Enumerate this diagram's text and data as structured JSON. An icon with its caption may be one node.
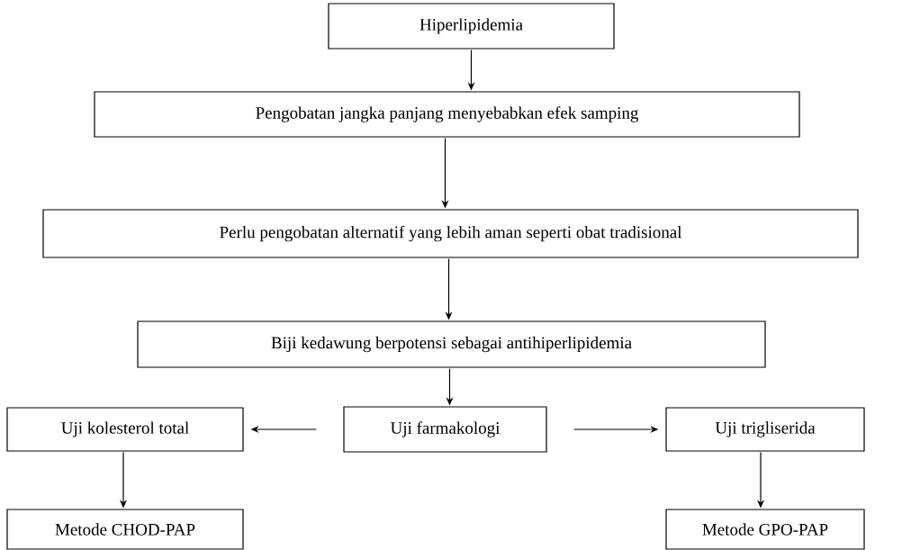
{
  "diagram": {
    "nodes": [
      {
        "text": [
          "Hiperlipidemia"
        ]
      },
      {
        "text": [
          "Pengobatan jangka panjang menyebabkan efek samping"
        ]
      },
      {
        "text": [
          "Perlu pengobatan alternatif yang lebih aman  seperti obat tradisional"
        ]
      },
      {
        "text": [
          "Biji kedawung berpotensi sebagai antihiperlipidemia"
        ]
      },
      {
        "text": [
          "Uji kolesterol total"
        ]
      },
      {
        "text": [
          "Uji farmakologi"
        ]
      },
      {
        "text": [
          "Uji trigliserida"
        ]
      },
      {
        "text": [
          "Metode CHOD-PAP"
        ]
      },
      {
        "text": [
          "Metode GPO-PAP"
        ]
      }
    ],
    "edges": [
      {
        "from": 0,
        "to": 1,
        "arrow": "to"
      },
      {
        "from": 1,
        "to": 2,
        "arrow": "to"
      },
      {
        "from": 2,
        "to": 3,
        "arrow": "to"
      },
      {
        "from": 3,
        "to": 5,
        "arrow": "to"
      },
      {
        "from": 5,
        "to": 4,
        "arrow": "to"
      },
      {
        "from": 5,
        "to": 6,
        "arrow": "to"
      },
      {
        "from": 4,
        "to": 7,
        "arrow": "to"
      },
      {
        "from": 6,
        "to": 8,
        "arrow": "to"
      }
    ]
  }
}
